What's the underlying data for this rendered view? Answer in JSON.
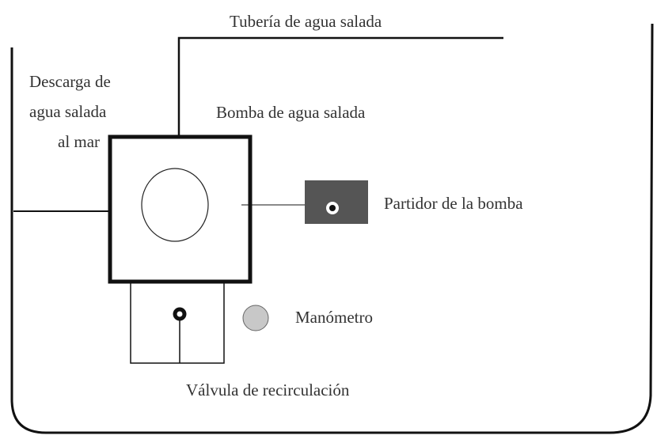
{
  "labels": {
    "pipe": "Tubería de agua salada",
    "discharge_line1": "Descarga de",
    "discharge_line2": "agua salada",
    "discharge_line3": "al mar",
    "pump": "Bomba de agua salada",
    "starter": "Partidor de la bomba",
    "gauge": "Manómetro",
    "valve": "Válvula de recirculación"
  },
  "colors": {
    "line": "#111111",
    "text": "#333333",
    "starter_fill": "#555555",
    "gauge_fill": "#c8c8c8"
  }
}
